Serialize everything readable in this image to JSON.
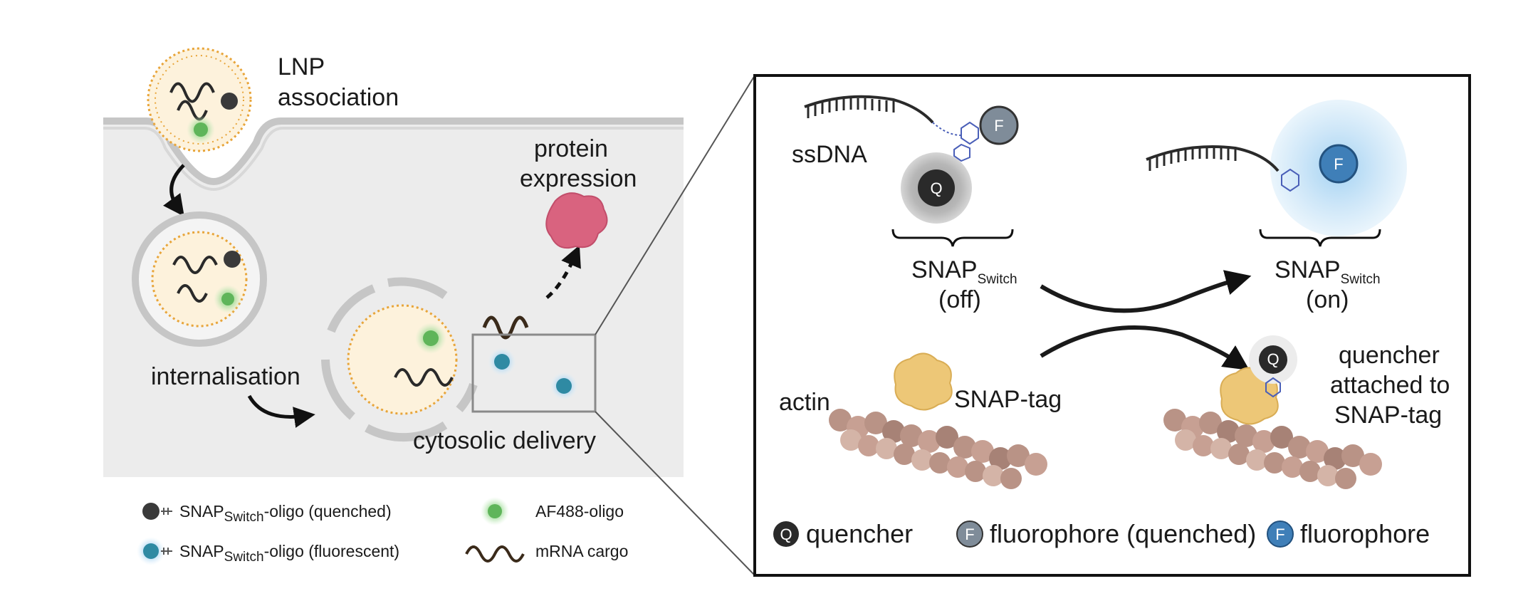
{
  "left_panel": {
    "lnp_label_line1": "LNP",
    "lnp_label_line2": "association",
    "internalisation_label": "internalisation",
    "protein_label_line1": "protein",
    "protein_label_line2": "expression",
    "cytosolic_label": "cytosolic delivery"
  },
  "legend_left": {
    "quenched_prefix": "SNAP",
    "quenched_sub": "Switch",
    "quenched_suffix": "-oligo (quenched)",
    "fluor_prefix": "SNAP",
    "fluor_sub": "Switch",
    "fluor_suffix": "-oligo (fluorescent)",
    "af488": "AF488-oligo",
    "mrna": "mRNA cargo"
  },
  "right_panel": {
    "ssdna_label": "ssDNA",
    "off_prefix": "SNAP",
    "off_sub": "Switch",
    "off_state": "(off)",
    "on_prefix": "SNAP",
    "on_sub": "Switch",
    "on_state": "(on)",
    "actin_label": "actin",
    "snaptag_label": "SNAP-tag",
    "quencher_attached_line1": "quencher",
    "quencher_attached_line2": "attached to",
    "quencher_attached_line3": "SNAP-tag",
    "letter_q": "Q",
    "letter_f": "F"
  },
  "legend_right": {
    "quencher": "quencher",
    "fluorophore_quenched": "fluorophore (quenched)",
    "fluorophore": "fluorophore"
  },
  "colors": {
    "cell_bg": "#ececec",
    "membrane": "#c9c9c9",
    "lipid": "#e8a53a",
    "quencher": "#3a3a3a",
    "fluorophore": "#3f7fb8",
    "fluor_quenched": "#7f8c99",
    "af488": "#5fb55a",
    "protein": "#d9637f",
    "actin": "#b99386",
    "snap_tag": "#edc777"
  }
}
